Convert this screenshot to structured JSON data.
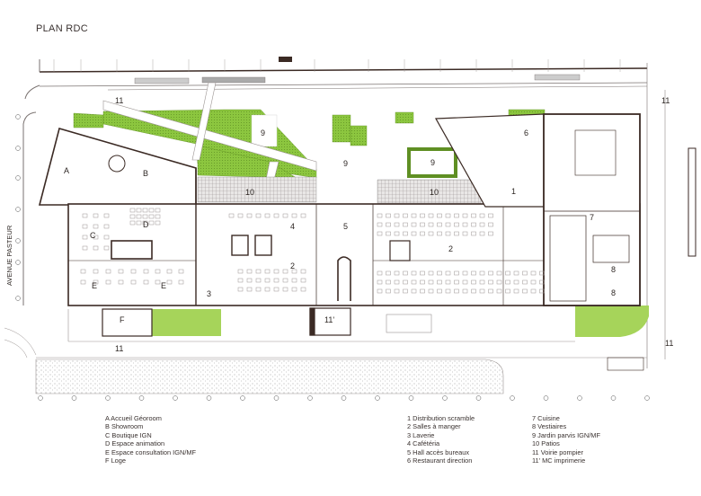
{
  "title": "PLAN RDC",
  "street_label": "AVENUE PASTEUR",
  "colors": {
    "wall": "#3b2a24",
    "green": "#8cc63f",
    "green_light": "#a6d45a",
    "line": "#9a9391"
  },
  "plan_labels": {
    "l11a": "11",
    "l11b": "11",
    "l11c": "11",
    "l11d": "11",
    "l9a": "9",
    "l9b": "9",
    "l9c": "9",
    "l10a": "10",
    "l10b": "10",
    "A": "A",
    "B": "B",
    "C": "C",
    "D": "D",
    "E1": "E",
    "E2": "E",
    "F": "F",
    "n1": "1",
    "n2a": "2",
    "n2b": "2",
    "n3": "3",
    "n4": "4",
    "n5": "5",
    "n6": "6",
    "n7": "7",
    "n8a": "8",
    "n8b": "8",
    "n11p": "11'"
  },
  "legend": {
    "letters": [
      "A Accueil Géoroom",
      "B Showroom",
      "C Boutique IGN",
      "D Espace animation",
      "E Espace consultation IGN/MF",
      "F Loge"
    ],
    "numbers_1": [
      "1 Distribution scramble",
      "2 Salles à manger",
      "3 Laverie",
      "4 Cafétéria",
      "5 Hall accès bureaux",
      "6 Restaurant direction"
    ],
    "numbers_2": [
      "7 Cuisine",
      "8 Vestiaires",
      "9 Jardin parvis IGN/MF",
      "10 Patios",
      "11 Voirie pompier",
      "11' MC imprimerie"
    ]
  }
}
